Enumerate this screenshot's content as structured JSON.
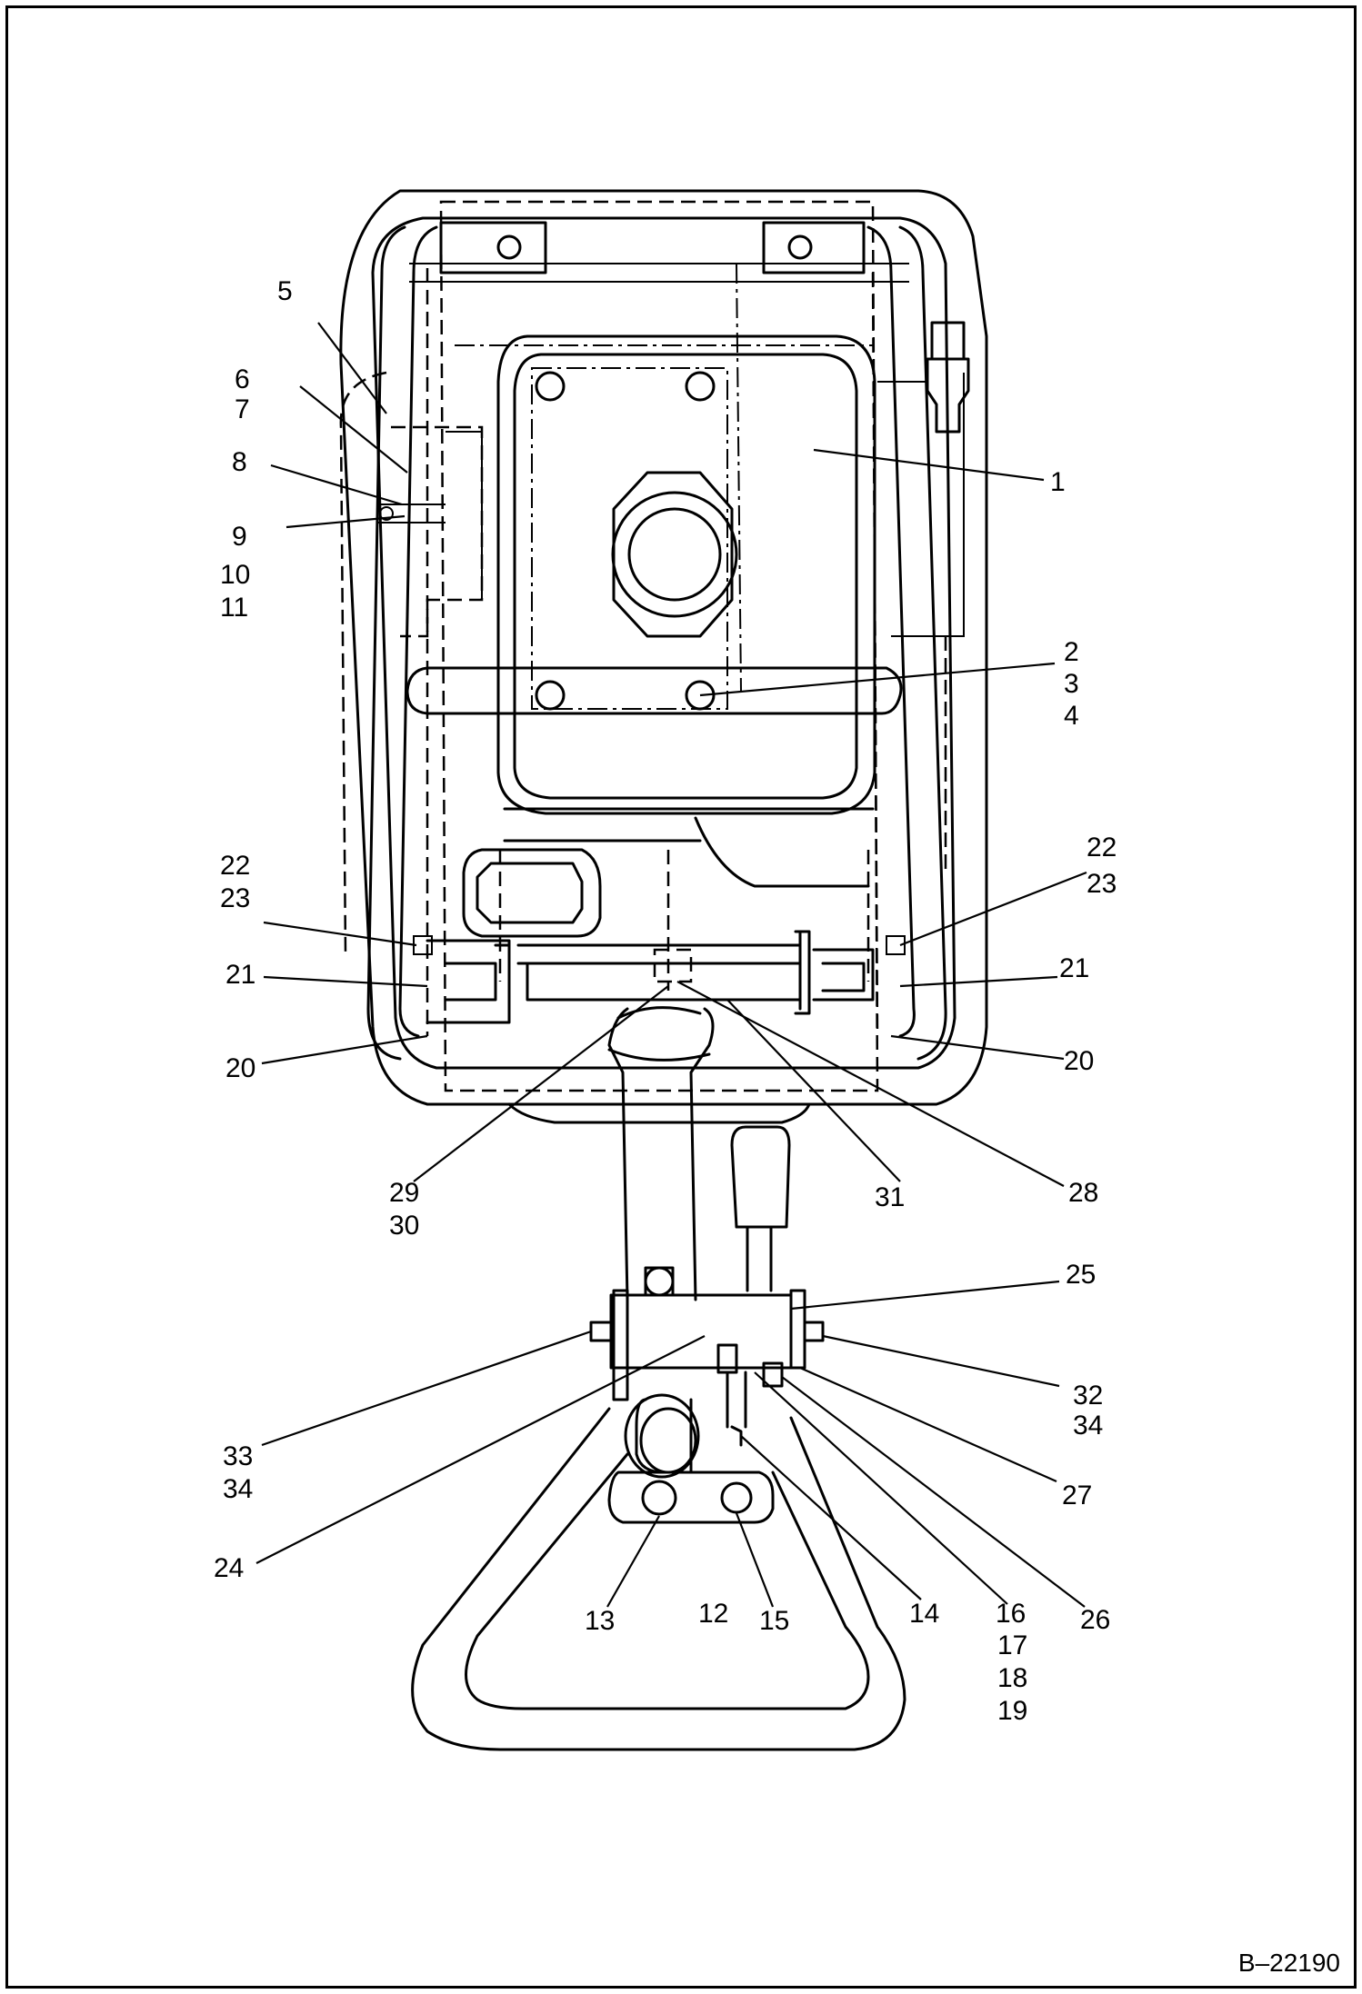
{
  "document": {
    "number": "B–22190"
  },
  "callouts": [
    {
      "id": "c1",
      "label": "1"
    },
    {
      "id": "c2",
      "label": "2"
    },
    {
      "id": "c3",
      "label": "3"
    },
    {
      "id": "c4",
      "label": "4"
    },
    {
      "id": "c5",
      "label": "5"
    },
    {
      "id": "c6",
      "label": "6"
    },
    {
      "id": "c7",
      "label": "7"
    },
    {
      "id": "c8",
      "label": "8"
    },
    {
      "id": "c9",
      "label": "9"
    },
    {
      "id": "c10",
      "label": "10"
    },
    {
      "id": "c11",
      "label": "11"
    },
    {
      "id": "c12",
      "label": "12"
    },
    {
      "id": "c13",
      "label": "13"
    },
    {
      "id": "c14",
      "label": "14"
    },
    {
      "id": "c15",
      "label": "15"
    },
    {
      "id": "c16",
      "label": "16"
    },
    {
      "id": "c17",
      "label": "17"
    },
    {
      "id": "c18",
      "label": "18"
    },
    {
      "id": "c19",
      "label": "19"
    },
    {
      "id": "c20l",
      "label": "20"
    },
    {
      "id": "c20r",
      "label": "20"
    },
    {
      "id": "c21l",
      "label": "21"
    },
    {
      "id": "c21r",
      "label": "21"
    },
    {
      "id": "c22l",
      "label": "22"
    },
    {
      "id": "c22r",
      "label": "22"
    },
    {
      "id": "c23l",
      "label": "23"
    },
    {
      "id": "c23r",
      "label": "23"
    },
    {
      "id": "c24",
      "label": "24"
    },
    {
      "id": "c25",
      "label": "25"
    },
    {
      "id": "c26",
      "label": "26"
    },
    {
      "id": "c27",
      "label": "27"
    },
    {
      "id": "c28",
      "label": "28"
    },
    {
      "id": "c29",
      "label": "29"
    },
    {
      "id": "c30",
      "label": "30"
    },
    {
      "id": "c31",
      "label": "31"
    },
    {
      "id": "c32",
      "label": "32"
    },
    {
      "id": "c33",
      "label": "33"
    },
    {
      "id": "c34a",
      "label": "34"
    },
    {
      "id": "c34b",
      "label": "34"
    }
  ]
}
